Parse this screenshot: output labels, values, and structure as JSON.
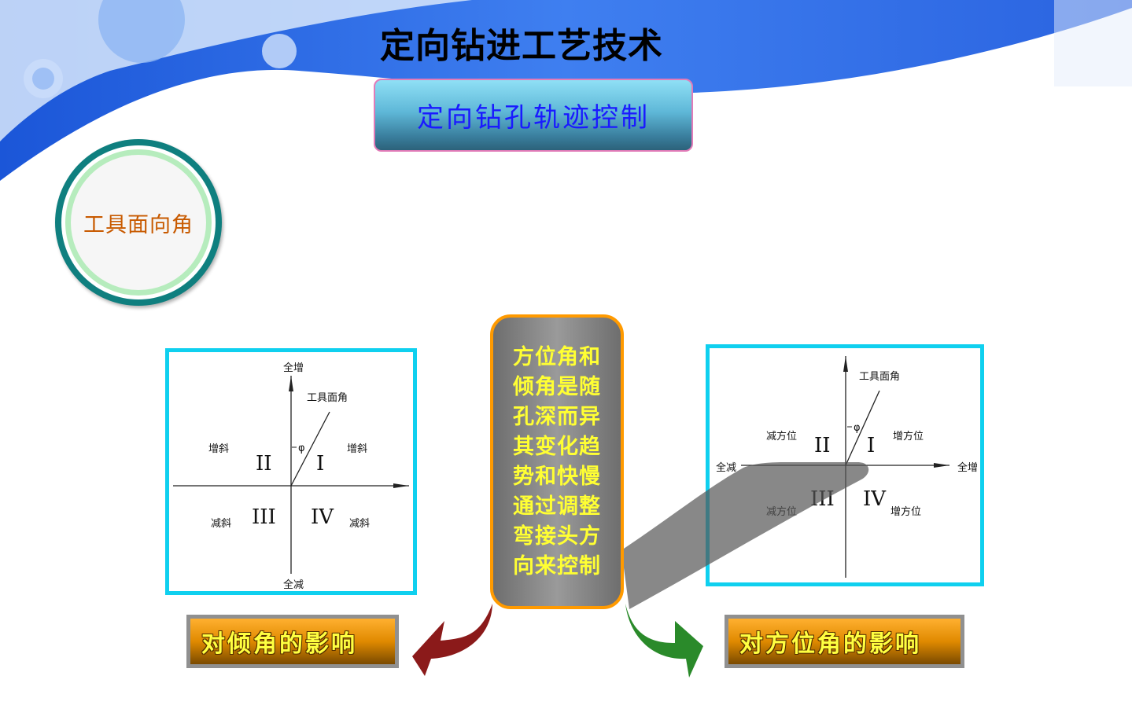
{
  "header": {
    "title": "定向钻进工艺技术",
    "subtitle": "定向钻孔轨迹控制"
  },
  "circle_label": "工具面向角",
  "center_box": {
    "lines": [
      "方位角和",
      "倾角是随",
      "孔深而异",
      "其变化趋",
      "势和快慢",
      "通过调整",
      "弯接头方",
      "向来控制"
    ]
  },
  "left_diagram": {
    "top": "全增",
    "bottom": "全减",
    "tool_face": "工具面角",
    "phi": "φ",
    "q1_label": "增斜",
    "q2_label": "增斜",
    "q3_label": "减斜",
    "q4_label": "减斜",
    "q1": "I",
    "q2": "II",
    "q3": "III",
    "q4": "IV"
  },
  "right_diagram": {
    "left": "全减",
    "right": "全增",
    "tool_face": "工具面角",
    "phi": "φ",
    "q1_label": "增方位",
    "q2_label": "减方位",
    "q3_label": "减方位",
    "q4_label": "增方位",
    "q1": "I",
    "q2": "II",
    "q3": "III",
    "q4": "IV"
  },
  "left_caption": "对倾角的影响",
  "right_caption": "对方位角的影响",
  "colors": {
    "diagram_border": "#0fd0ef",
    "center_border": "#ff9a00",
    "left_arrow": "#8b1a1a",
    "right_arrow": "#2a8a2a"
  }
}
